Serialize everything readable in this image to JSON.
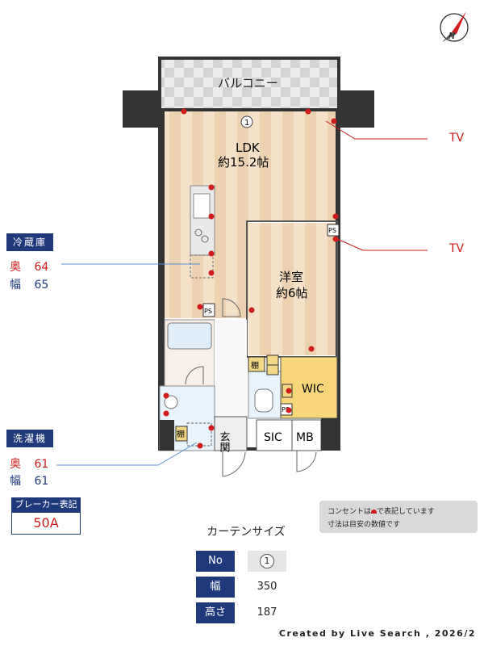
{
  "rooms": {
    "balcony": "バルコニー",
    "ldk_name": "LDK",
    "ldk_size": "約15.2帖",
    "western_name": "洋室",
    "western_size": "約6帖",
    "wic": "WIC",
    "sic": "SIC",
    "mb": "MB",
    "entrance": "玄関",
    "shelf": "棚",
    "ps": "PS",
    "window_no": "1"
  },
  "tv_labels": [
    "TV",
    "TV"
  ],
  "fridge": {
    "title": "冷蔵庫",
    "depth_label": "奥",
    "depth_value": "64",
    "width_label": "幅",
    "width_value": "65"
  },
  "washer": {
    "title": "洗濯機",
    "depth_label": "奥",
    "depth_value": "61",
    "width_label": "幅",
    "width_value": "61"
  },
  "breaker": {
    "title": "ブレーカー表記",
    "value": "50A"
  },
  "note": {
    "line1_pre": "コンセントは",
    "line1_post": "で表記しています",
    "line2": "寸法は目安の数値です"
  },
  "curtain": {
    "title": "カーテンサイズ",
    "no_label": "No",
    "no_value": "1",
    "width_label": "幅",
    "width_value": "350",
    "height_label": "高さ",
    "height_value": "187"
  },
  "compass_letter": "N",
  "credit": "Created by Live Search , 2026/2",
  "colors": {
    "navy": "#1f3a7a",
    "outlet_red": "#d01c1c",
    "floor_wood": "#f2dcc0",
    "wic_yellow": "#f7d77a",
    "wet_blue": "#dfeef9"
  }
}
